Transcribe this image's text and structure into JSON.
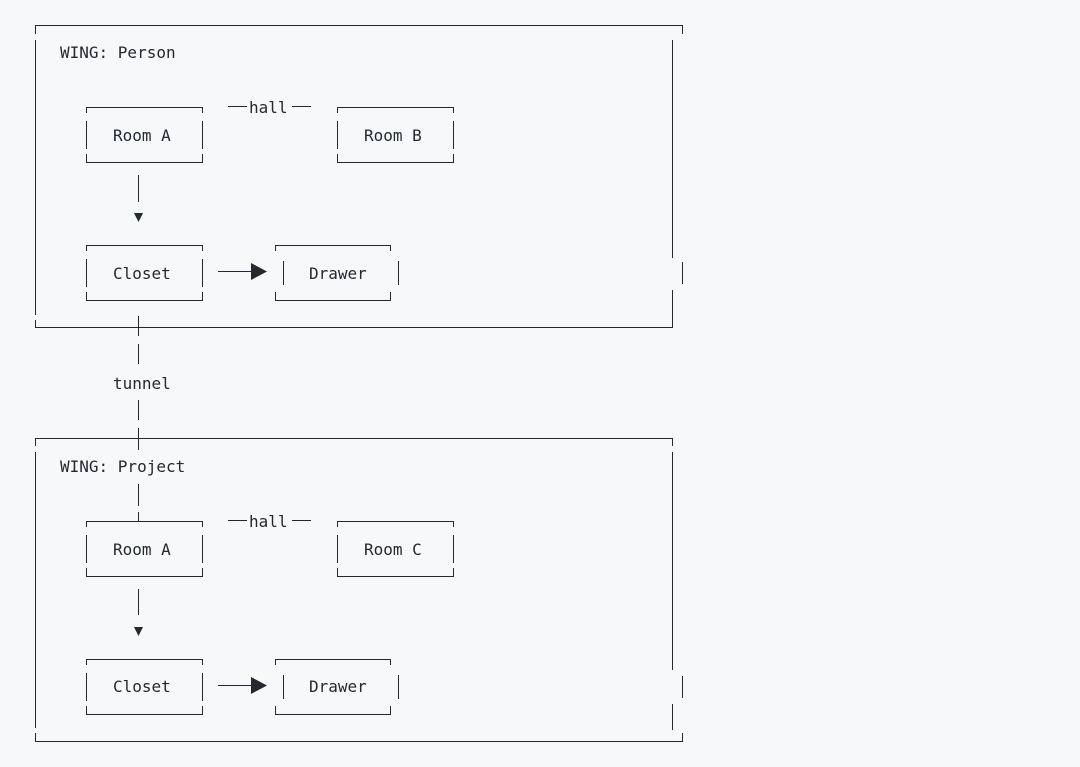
{
  "diagram": {
    "wings": [
      {
        "label": "WING: Person",
        "hall_label": "hall",
        "rooms": [
          "Room A",
          "Room B"
        ],
        "closet": "Closet",
        "drawer": "Drawer"
      },
      {
        "label": "WING: Project",
        "hall_label": "hall",
        "rooms": [
          "Room A",
          "Room C"
        ],
        "closet": "Closet",
        "drawer": "Drawer"
      }
    ],
    "tunnel_label": "tunnel"
  }
}
